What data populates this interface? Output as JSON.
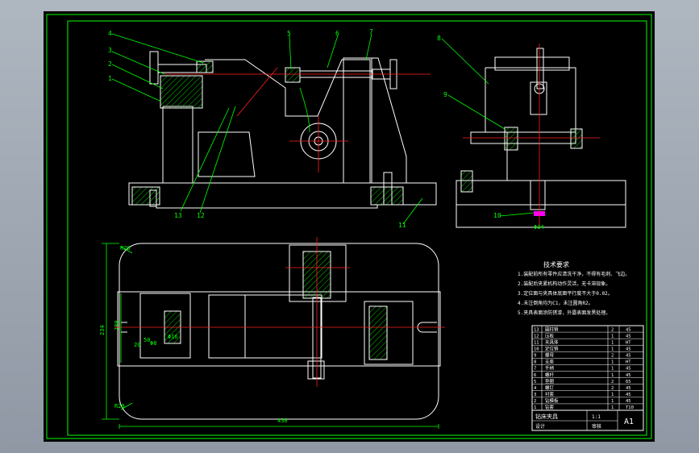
{
  "colors": {
    "background": "#000000",
    "frame": "#00ff00",
    "outline": "#ffffff",
    "centerline": "#ff2020",
    "leader": "#00ff00",
    "dimension": "#00ff00",
    "hatch": "#00ff00",
    "accent": "#ff00ff"
  },
  "balloons": {
    "b1": "1",
    "b2": "2",
    "b3": "3",
    "b4": "4",
    "b5": "5",
    "b6": "6",
    "b7": "7",
    "b8": "8",
    "b9": "9",
    "b10": "10",
    "b11": "11",
    "b12": "12",
    "b13": "13"
  },
  "dimensions": {
    "width": "430",
    "height": "234",
    "inner_height": "180",
    "radius_top": "R20",
    "radius_bottom": "R20",
    "small_a": "20",
    "small_b": "50",
    "small_c": "Φ8",
    "small_d": "Φ16",
    "side_view": "Φ34"
  },
  "notes": {
    "title": "技术要求",
    "line1": "1.装配前所有零件应清洗干净，不得有毛刺、飞边。",
    "line2": "2.装配后夹紧机构动作灵活，无卡滞现象。",
    "line3": "3.定位面与夹具体底面平行度不大于0.02。",
    "line4": "4.未注倒角均为C1，未注圆角R2。",
    "line5": "5.夹具表面涂防锈漆，外露表面发黑处理。"
  },
  "bom": [
    {
      "no": "13",
      "name": "圆柱销",
      "qty": "2",
      "mat": "45"
    },
    {
      "no": "12",
      "name": "压板",
      "qty": "1",
      "mat": "45"
    },
    {
      "no": "11",
      "name": "夹具体",
      "qty": "1",
      "mat": "HT"
    },
    {
      "no": "10",
      "name": "定位销",
      "qty": "1",
      "mat": "45"
    },
    {
      "no": "9",
      "name": "螺母",
      "qty": "2",
      "mat": "45"
    },
    {
      "no": "8",
      "name": "支座",
      "qty": "1",
      "mat": "HT"
    },
    {
      "no": "7",
      "name": "手柄",
      "qty": "1",
      "mat": "45"
    },
    {
      "no": "6",
      "name": "螺杆",
      "qty": "1",
      "mat": "45"
    },
    {
      "no": "5",
      "name": "垫圈",
      "qty": "2",
      "mat": "65"
    },
    {
      "no": "4",
      "name": "螺钉",
      "qty": "2",
      "mat": "45"
    },
    {
      "no": "3",
      "name": "衬套",
      "qty": "1",
      "mat": "45"
    },
    {
      "no": "2",
      "name": "钻模板",
      "qty": "1",
      "mat": "45"
    },
    {
      "no": "1",
      "name": "钻套",
      "qty": "1",
      "mat": "T10"
    }
  ],
  "title_block": {
    "drawing_name": "钻床夹具",
    "sheet_size": "A1",
    "scale": "1:1",
    "drawn_by": "设计",
    "checked_by": "审核"
  }
}
